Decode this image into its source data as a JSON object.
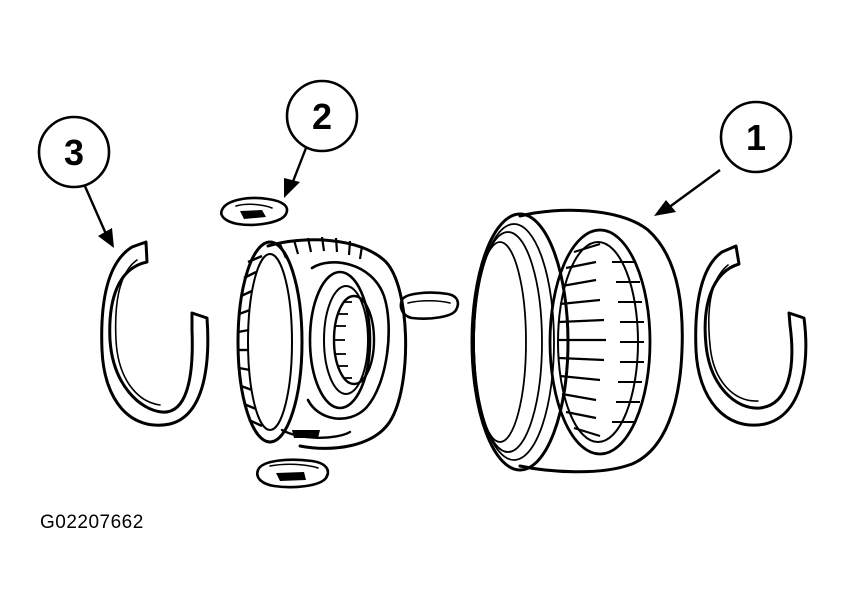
{
  "figure": {
    "id_label": "G02207662"
  },
  "callouts": [
    {
      "label": "1"
    },
    {
      "label": "2"
    },
    {
      "label": "3"
    }
  ],
  "colors": {
    "ink": "#000000",
    "background": "#ffffff"
  }
}
